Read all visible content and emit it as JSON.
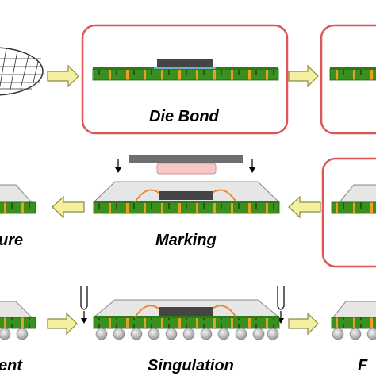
{
  "steps": {
    "die_bond": "Die Bond",
    "cure_partial": "ure",
    "marking": "Marking",
    "attachment_partial": "ent",
    "singulation": "Singulation",
    "final_partial": "F"
  },
  "colors": {
    "substrate_green": "#3a8f1f",
    "substrate_dark": "#236b10",
    "via_orange": "#e8a020",
    "die": "#454545",
    "mold": "#e6e6e6",
    "frame_red": "#e05555",
    "arrow_fill": "#f4f0a0",
    "arrow_stroke": "#8a8a40",
    "marker_pink": "#f7c6c6",
    "solder_ball": "#c8c8c8"
  },
  "icons": [
    "wafer-icon",
    "right-arrow-icon",
    "left-arrow-icon",
    "down-arrow-icon",
    "saw-blade-icon"
  ]
}
